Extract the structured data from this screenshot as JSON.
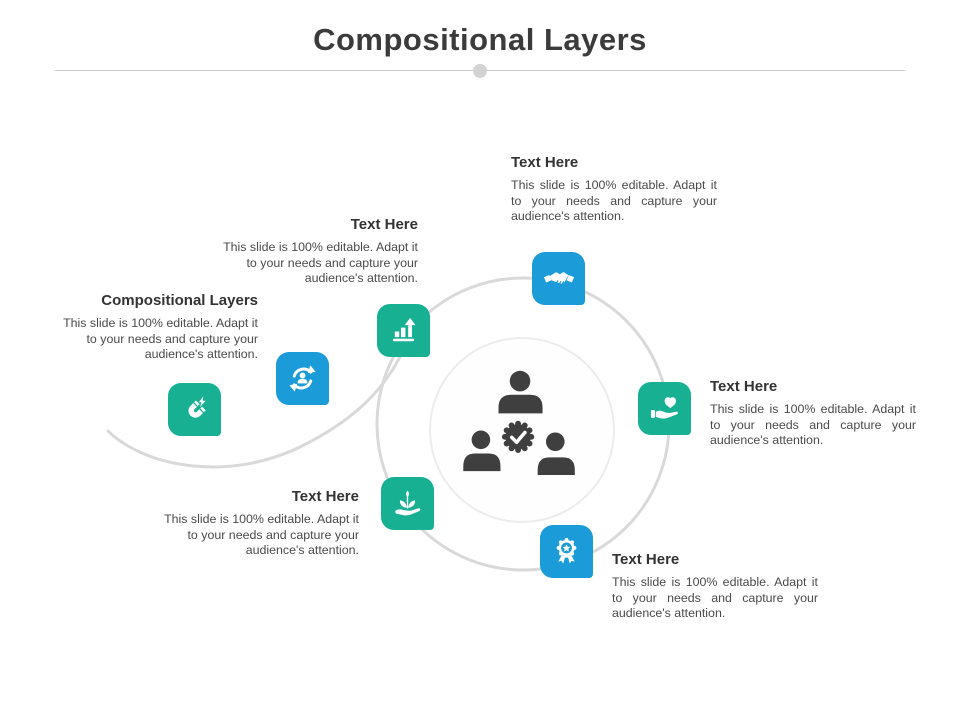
{
  "slide": {
    "title": "Compositional Layers",
    "blocks": [
      {
        "id": "top",
        "heading": "Text Here",
        "body": "This slide is 100% editable. Adapt it to your needs and capture your audience's attention."
      },
      {
        "id": "upper-left",
        "heading": "Text Here",
        "body": "This slide is 100% editable. Adapt it to your needs and capture your audience's attention."
      },
      {
        "id": "left",
        "heading": "Compositional Layers",
        "body": "This slide is 100% editable. Adapt it to your needs and capture your audience's attention."
      },
      {
        "id": "right",
        "heading": "Text Here",
        "body": "This slide is 100% editable. Adapt it to your needs and capture your audience's attention."
      },
      {
        "id": "bottom-left",
        "heading": "Text Here",
        "body": "This slide is 100% editable. Adapt it to your needs and capture your audience's attention."
      },
      {
        "id": "bottom",
        "heading": "Text Here",
        "body": "This slide is 100% editable. Adapt it to your needs and capture your audience's attention."
      }
    ],
    "icons": [
      {
        "name": "handshake-icon",
        "color": "#1b9cd8"
      },
      {
        "name": "bar-chart-growth-icon",
        "color": "#17b093"
      },
      {
        "name": "user-sync-icon",
        "color": "#1b9cd8"
      },
      {
        "name": "magnet-icon",
        "color": "#17b093"
      },
      {
        "name": "plant-hand-icon",
        "color": "#17b093"
      },
      {
        "name": "award-ribbon-icon",
        "color": "#1b9cd8"
      },
      {
        "name": "hand-heart-icon",
        "color": "#17b093"
      },
      {
        "name": "team-icon",
        "color": "#3f3f3f"
      }
    ],
    "colors": {
      "blue": "#1b9cd8",
      "green": "#17b093",
      "line_gray": "#d9d9d9",
      "title_text": "#3b3b3b",
      "body_text": "#4a4a4a"
    }
  }
}
